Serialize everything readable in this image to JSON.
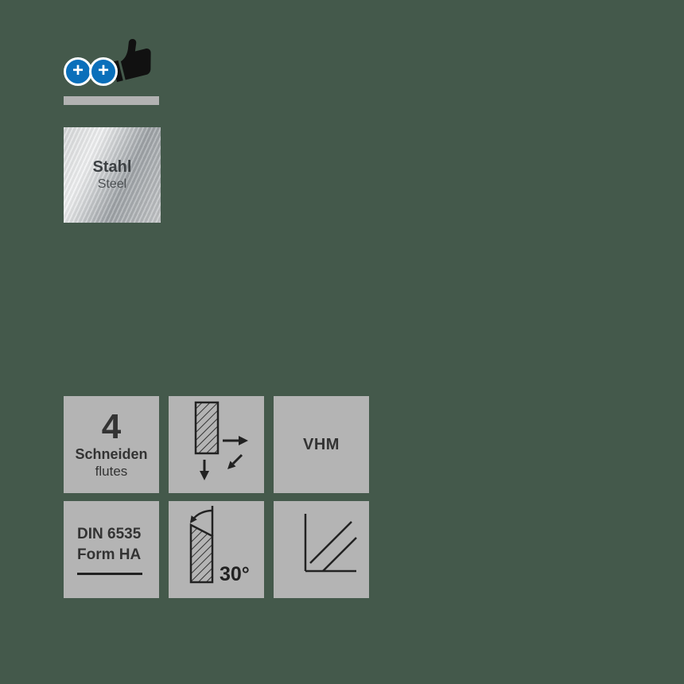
{
  "page": {
    "background": "#44594b",
    "tile_color": "#b4b4b4",
    "accent_blue": "#0a6fba",
    "ink": "#222222"
  },
  "recommendation": {
    "icon": "thumbs-up",
    "plus_symbol": "+"
  },
  "material_tile": {
    "title": "Stahl",
    "subtitle": "Steel"
  },
  "tiles": {
    "flutes": {
      "value": "4",
      "label_de": "Schneiden",
      "label_en": "flutes"
    },
    "milling_direction": {
      "icon": "plunge-ramp-arrows"
    },
    "carbide": {
      "label": "VHM"
    },
    "shank": {
      "line1": "DIN 6535",
      "line2": "Form HA"
    },
    "helix": {
      "icon": "helix-angle",
      "angle_label": "30°"
    },
    "corner": {
      "icon": "corner-profile"
    }
  }
}
